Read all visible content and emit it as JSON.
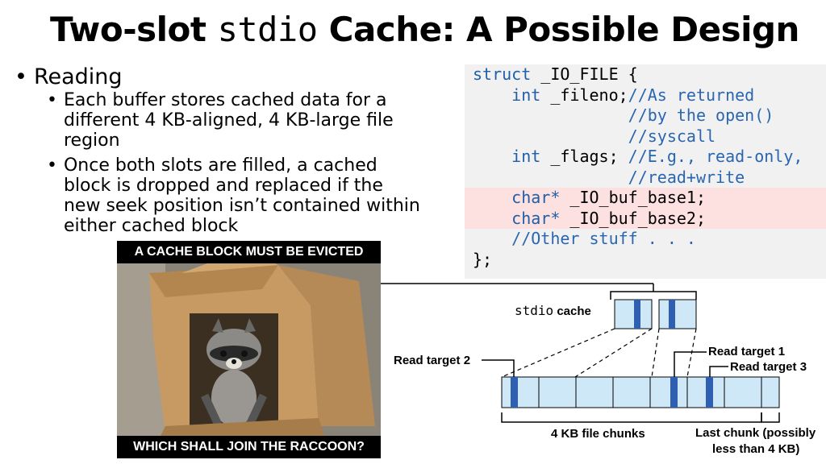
{
  "title": {
    "prefix": "Two-slot ",
    "mono": "stdio",
    "suffix": " Cache: A Possible Design"
  },
  "bullets": {
    "top": "Reading",
    "sub": [
      "Each buffer stores cached data for a different 4 KB-aligned, 4 KB-large file region",
      "Once both slots are filled, a cached block is dropped and replaced if the new seek position isn’t contained within either cached block"
    ]
  },
  "code": {
    "lines": [
      [
        {
          "t": "struct",
          "k": "kw"
        },
        {
          "t": " _IO_FILE {",
          "k": ""
        }
      ],
      [
        {
          "t": "    ",
          "k": ""
        },
        {
          "t": "int",
          "k": "kw"
        },
        {
          "t": " _fileno;",
          "k": ""
        },
        {
          "t": "//As returned",
          "k": "cm"
        }
      ],
      [
        {
          "t": "                //by the open()",
          "k": "cm"
        }
      ],
      [
        {
          "t": "                //syscall",
          "k": "cm"
        }
      ],
      [
        {
          "t": "    ",
          "k": ""
        },
        {
          "t": "int",
          "k": "kw"
        },
        {
          "t": " _flags; ",
          "k": ""
        },
        {
          "t": "//E.g., read-only,",
          "k": "cm"
        }
      ],
      [
        {
          "t": "                //read+write",
          "k": "cm"
        }
      ],
      [
        {
          "t": "    ",
          "k": ""
        },
        {
          "t": "char*",
          "k": "kw"
        },
        {
          "t": " _IO_buf_base1;",
          "k": ""
        }
      ],
      [
        {
          "t": "    ",
          "k": ""
        },
        {
          "t": "char*",
          "k": "kw"
        },
        {
          "t": " _IO_buf_base2;",
          "k": ""
        }
      ],
      [
        {
          "t": "    ",
          "k": ""
        },
        {
          "t": "//Other stuff . . .",
          "k": "cm"
        }
      ],
      [
        {
          "t": "};",
          "k": ""
        }
      ]
    ],
    "highlighted": [
      6,
      7
    ]
  },
  "meme": {
    "top_caption": "A CACHE BLOCK MUST BE EVICTED",
    "bottom_caption": "WHICH SHALL JOIN THE RACCOON?"
  },
  "diagram": {
    "cache_label_mono": "stdio",
    "cache_label_text": " cache",
    "read_target_1": "Read target 1",
    "read_target_2": "Read target 2",
    "read_target_3": "Read target 3",
    "chunks_label": "4 KB file chunks",
    "last_chunk_label_1": "Last chunk (possibly",
    "last_chunk_label_2": "less than 4 KB)"
  },
  "colors": {
    "cell_fill": "#cfe8f7",
    "marker": "#2f5fb0",
    "highlight": "#fde0e0",
    "code_bg": "#f1f1f1"
  },
  "icons": [
    "raccoon-photo"
  ]
}
